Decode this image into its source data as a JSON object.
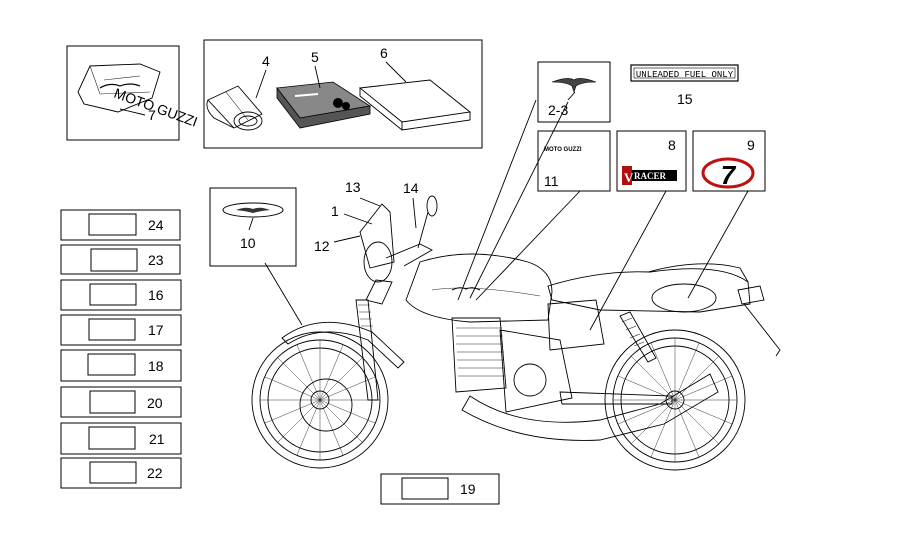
{
  "callouts": {
    "c1": "1",
    "c2_3": "2-3",
    "c4": "4",
    "c5": "5",
    "c6": "6",
    "c7": "7",
    "c8": "8",
    "c9": "9",
    "c10": "10",
    "c11": "11",
    "c12": "12",
    "c13": "13",
    "c14": "14",
    "c15": "15"
  },
  "decal_text": {
    "fuel": "UNLEADED FUEL ONLY",
    "brand": "MOTO GUZZI",
    "racer": "RACER",
    "racer_v": "V",
    "number_seven": "7"
  },
  "side_items": [
    {
      "num": "24"
    },
    {
      "num": "23"
    },
    {
      "num": "16"
    },
    {
      "num": "17"
    },
    {
      "num": "18"
    },
    {
      "num": "20"
    },
    {
      "num": "21"
    },
    {
      "num": "22"
    }
  ],
  "bottom_item": {
    "num": "19"
  }
}
